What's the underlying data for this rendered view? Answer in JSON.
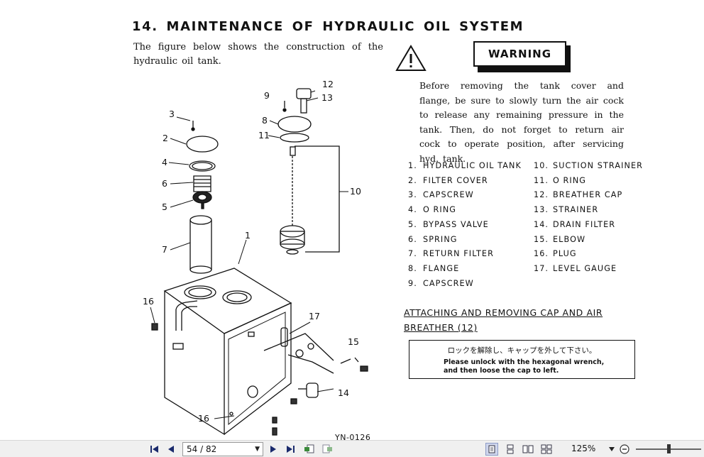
{
  "document": {
    "heading": "14.  MAINTENANCE  OF  HYDRAULIC  OIL  SYSTEM",
    "intro": "The figure below shows the construction of the hydraulic oil tank.",
    "warning_label": "WARNING",
    "warning_text": "Before removing the tank cover and flange, be sure to slowly turn the air cock to release any remaining pressure in the tank. Then, do not forget to return air cock to operate position, after servicing hyd. tank.",
    "parts_left": [
      {
        "num": "1.",
        "name": "HYDRAULIC OIL TANK"
      },
      {
        "num": "2.",
        "name": "FILTER COVER"
      },
      {
        "num": "3.",
        "name": "CAPSCREW"
      },
      {
        "num": "4.",
        "name": "O RING"
      },
      {
        "num": "5.",
        "name": "BYPASS VALVE"
      },
      {
        "num": "6.",
        "name": "SPRING"
      },
      {
        "num": "7.",
        "name": "RETURN FILTER"
      },
      {
        "num": "8.",
        "name": "FLANGE"
      },
      {
        "num": "9.",
        "name": "CAPSCREW"
      }
    ],
    "parts_right": [
      {
        "num": "10.",
        "name": "SUCTION STRAINER"
      },
      {
        "num": "11.",
        "name": "O RING"
      },
      {
        "num": "12.",
        "name": "BREATHER CAP"
      },
      {
        "num": "13.",
        "name": "STRAINER"
      },
      {
        "num": "14.",
        "name": "DRAIN FILTER"
      },
      {
        "num": "15.",
        "name": "ELBOW"
      },
      {
        "num": "16.",
        "name": "PLUG"
      },
      {
        "num": "17.",
        "name": "LEVEL GAUGE"
      }
    ],
    "section_title_line1": "ATTACHING AND REMOVING CAP AND AIR",
    "section_title_line2": "BREATHER (12)",
    "label_japanese": "ロックを解除し、キャップを外して下さい。",
    "label_english": "Please unlock with the hexagonal wrench, and then loose the cap to left.",
    "figure_id": "YN-0126",
    "callouts": [
      "1",
      "2",
      "3",
      "4",
      "5",
      "6",
      "7",
      "8",
      "9",
      "10",
      "11",
      "12",
      "13",
      "14",
      "15",
      "16",
      "16",
      "17"
    ]
  },
  "toolbar": {
    "page_indicator": "54 / 82",
    "zoom": "125%",
    "icons": [
      "first-page-icon",
      "previous-page-icon",
      "next-page-icon",
      "last-page-icon",
      "go-back-icon",
      "go-forward-icon",
      "single-page-view-icon",
      "continuous-view-icon",
      "facing-view-icon",
      "continuous-facing-view-icon",
      "zoom-out-icon"
    ]
  }
}
